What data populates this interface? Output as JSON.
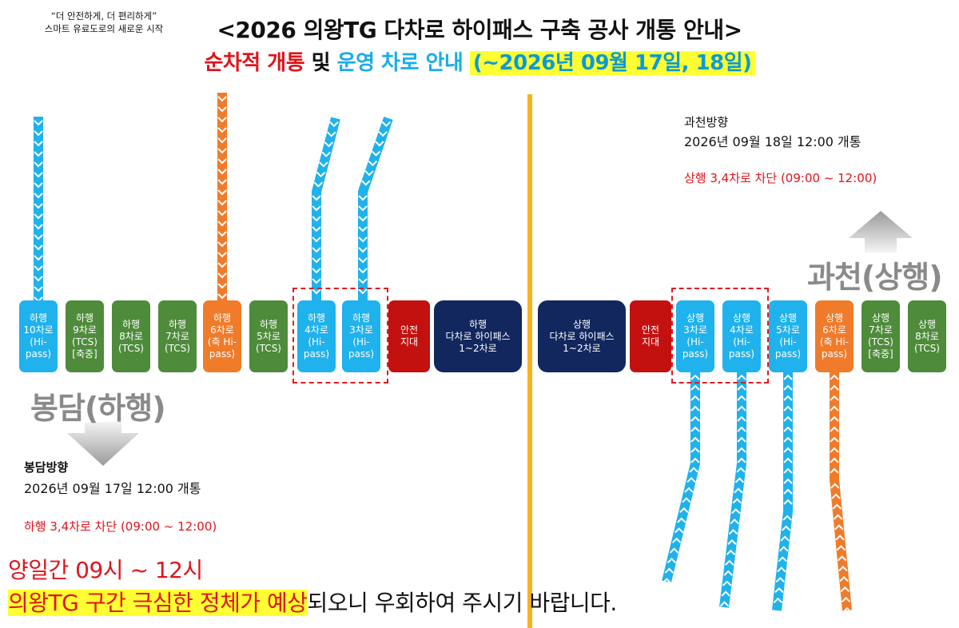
{
  "slogan": {
    "line1": "“더 안전하게, 더 편리하게”",
    "line2": "스마트 유료도로의 새로운 시작"
  },
  "title": "<2026 의왕TG 다차로 하이패스 구축 공사 개통 안내>",
  "subtitle": {
    "part1": "순차적 개통",
    "part2": " 및 ",
    "part3": "운영 차로 안내",
    "part4": "(~2026년 09월 17일, 18일)"
  },
  "lanes": [
    {
      "label": "하행\n10차로\n(Hi-\npass)",
      "color": "blue"
    },
    {
      "label": "하행\n9차로\n(TCS)\n[축중]",
      "color": "green"
    },
    {
      "label": "하행\n8차로\n(TCS)",
      "color": "green"
    },
    {
      "label": "하행\n7차로\n(TCS)",
      "color": "green"
    },
    {
      "label": "하행\n6차로\n(축 Hi-\npass)",
      "color": "orange"
    },
    {
      "label": "하행\n5차로\n(TCS)",
      "color": "green"
    },
    {
      "label": "하행\n4차로\n(Hi-\npass)",
      "color": "blue"
    },
    {
      "label": "하행\n3차로\n(Hi-\npass)",
      "color": "blue"
    },
    {
      "label": "안전\n지대",
      "color": "red"
    },
    {
      "label": "하행\n다차로 하이패스\n1~2차로",
      "color": "navy"
    },
    {
      "label": "상행\n다차로 하이패스\n1~2차로",
      "color": "navy"
    },
    {
      "label": "안전\n지대",
      "color": "red"
    },
    {
      "label": "상행\n3차로\n(Hi-\npass)",
      "color": "blue"
    },
    {
      "label": "상행\n4차로\n(Hi-\npass)",
      "color": "blue"
    },
    {
      "label": "상행\n5차로\n(Hi-\npass)",
      "color": "blue"
    },
    {
      "label": "상행\n6차로\n(축 Hi-\npass)",
      "color": "orange"
    },
    {
      "label": "상행\n7차로\n(TCS)\n[축중]",
      "color": "green"
    },
    {
      "label": "상행\n8차로\n(TCS)",
      "color": "green"
    }
  ],
  "down": {
    "direction": "봉담(하행)",
    "info_title": "봉담방향",
    "info_time": "2026년 09월 17일 12:00 개통",
    "info_block": "하행 3,4차로 차단 (09:00 ~ 12:00)"
  },
  "up": {
    "direction": "과천(상행)",
    "info_title": "과천방향",
    "info_time": "2026년 09월 18일 12:00 개통",
    "info_block": "상행 3,4차로 차단 (09:00 ~ 12:00)"
  },
  "notice": {
    "line1": "양일간 09시 ~ 12시",
    "line2_highlight": "의왕TG 구간 극심한 정체가 예상",
    "line2_rest": "되오니 우회하여 주시기 바랍니다."
  },
  "colors": {
    "blue": "#1fb2ec",
    "green": "#4e8b3a",
    "orange": "#f07b2a",
    "red": "#c3110f",
    "navy": "#11275e",
    "median": "#f9b318",
    "alert": "#e0141b",
    "highlight": "#ffff33"
  }
}
